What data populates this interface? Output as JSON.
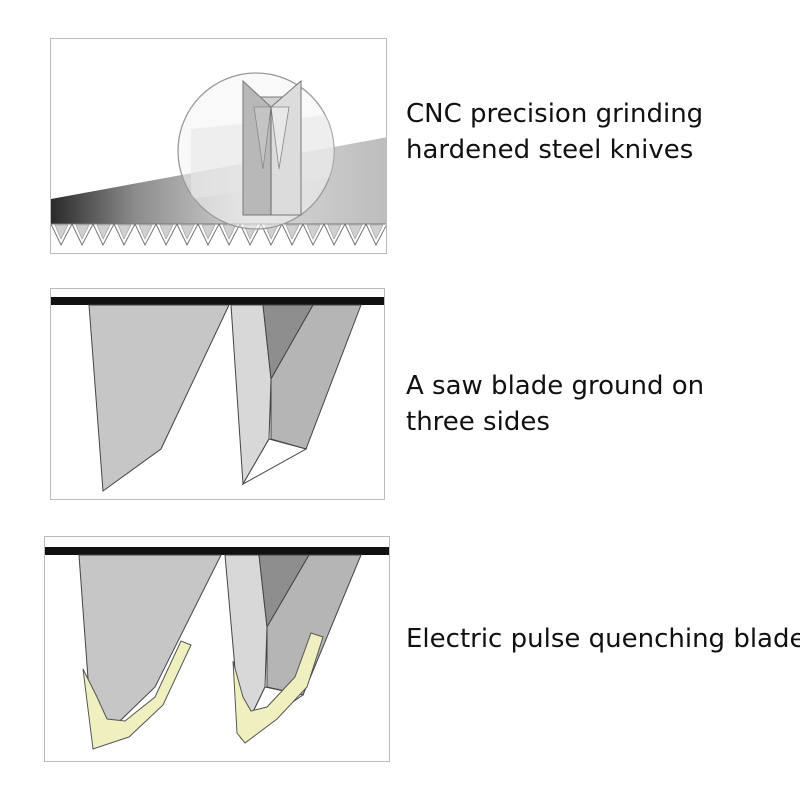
{
  "figures": [
    {
      "caption_lines": [
        "CNC precision grinding",
        "hardened steel knives"
      ]
    },
    {
      "caption_lines": [
        "A saw blade ground on",
        "three sides"
      ]
    },
    {
      "caption_lines": [
        "Electric pulse quenching blade"
      ]
    }
  ],
  "colors": {
    "border": "#bcbcbc",
    "steel_light": "#c9c9c9",
    "steel_mid": "#a8a8a8",
    "steel_dark": "#8a8a8a",
    "top_bar": "#111111",
    "quench_zone": "#efefbf"
  }
}
